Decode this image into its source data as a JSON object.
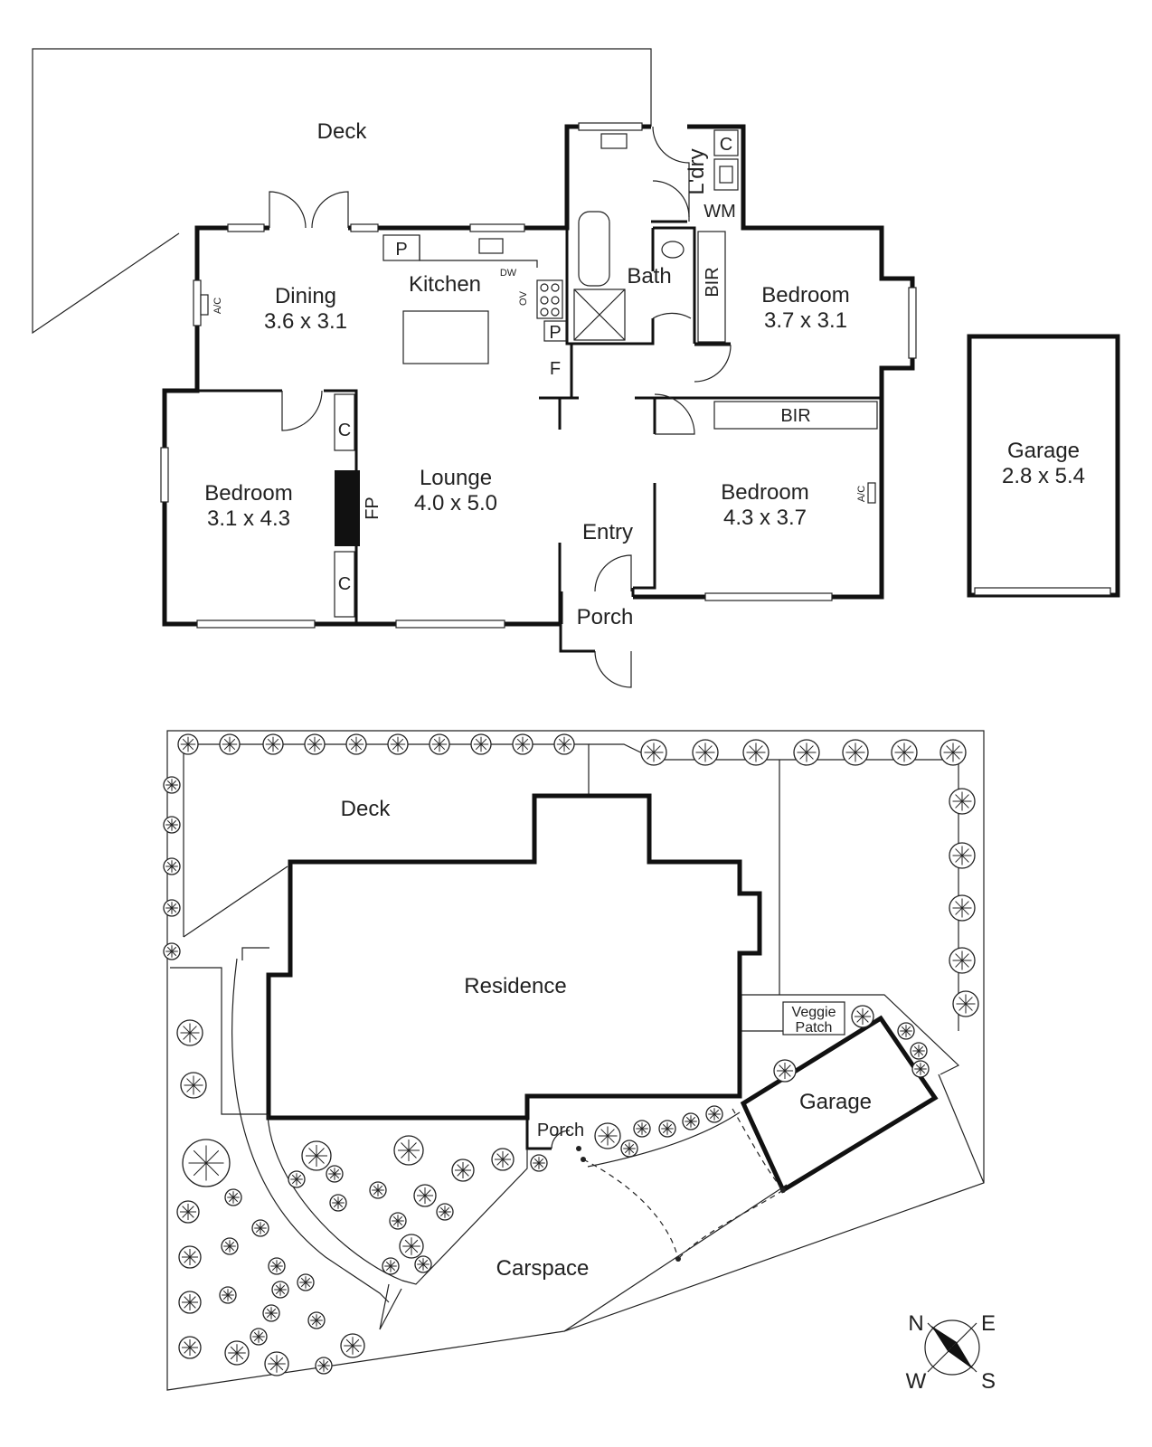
{
  "floor_plan": {
    "deck": "Deck",
    "kitchen": "Kitchen",
    "dining": {
      "name": "Dining",
      "size": "3.6 x 3.1"
    },
    "bedroom_w": {
      "name": "Bedroom",
      "size": "3.1 x 4.3"
    },
    "lounge": {
      "name": "Lounge",
      "size": "4.0 x 5.0"
    },
    "bath": "Bath",
    "laundry": "L'dry",
    "bedroom_ne": {
      "name": "Bedroom",
      "size": "3.7 x 3.1"
    },
    "bedroom_e": {
      "name": "Bedroom",
      "size": "4.3 x 3.7"
    },
    "entry": "Entry",
    "porch": "Porch",
    "garage": {
      "name": "Garage",
      "size": "2.8 x 5.4"
    },
    "fixtures": {
      "pantry": "P",
      "dishwasher": "DW",
      "oven": "OV",
      "fridge": "F",
      "cupboard": "C",
      "washing_machine": "WM",
      "built_in_robe": "BIR",
      "fireplace": "FP",
      "air_con": "A/C"
    }
  },
  "site_plan": {
    "deck": "Deck",
    "residence": "Residence",
    "veggie_patch": [
      "Veggie",
      "Patch"
    ],
    "garage": "Garage",
    "porch": "Porch",
    "carspace": "Carspace"
  },
  "compass": {
    "n": "N",
    "e": "E",
    "w": "W",
    "s": "S"
  }
}
